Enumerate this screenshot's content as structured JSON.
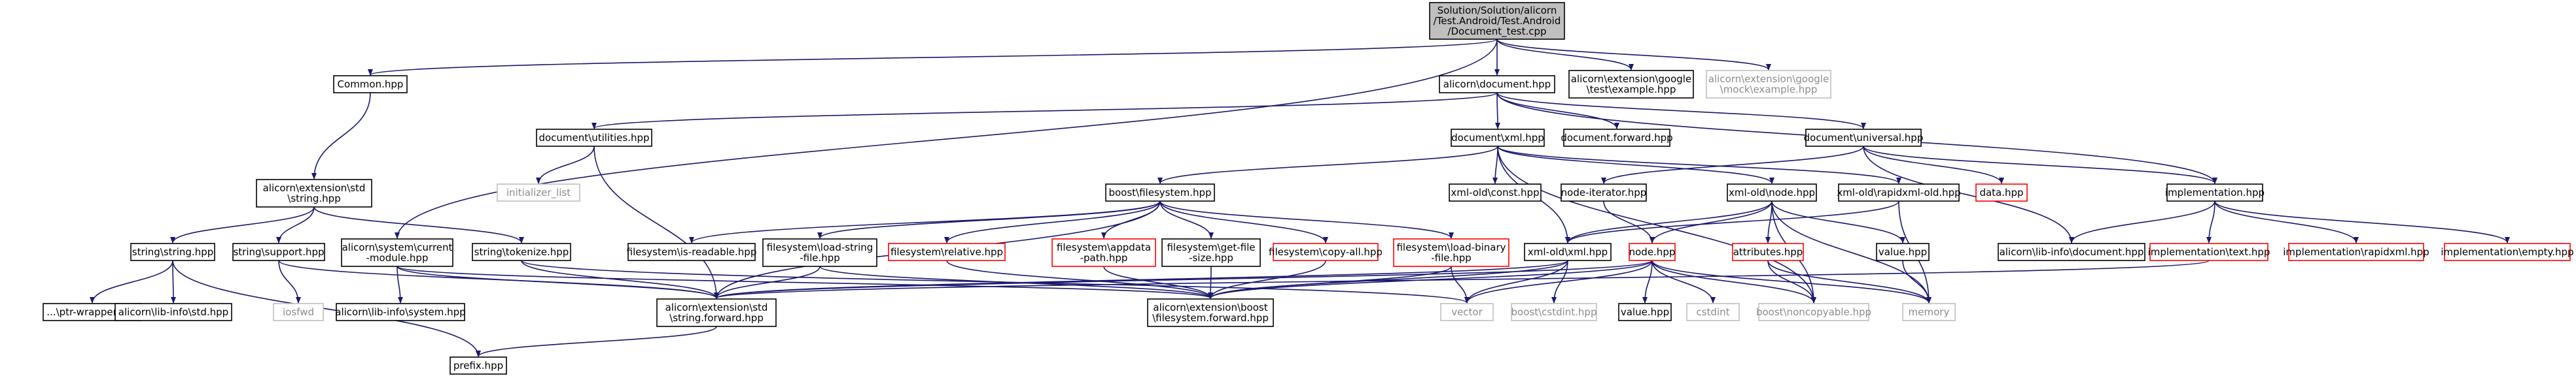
{
  "colors": {
    "edge": "#191970",
    "normal_border": "#000000",
    "normal_fill": "#ffffff",
    "normal_text": "#000000",
    "root_fill": "#bfbfbf",
    "missing_border": "#ff0000",
    "system_border": "#bfbfbf",
    "system_text": "#8c8c8c"
  },
  "nodes": [
    {
      "id": "root",
      "kind": "root",
      "lines": [
        "Solution/Solution/alicorn",
        "/Test.Android/Test.Android",
        "/Document_test.cpp"
      ]
    },
    {
      "id": "common",
      "kind": "normal",
      "lines": [
        "Common.hpp"
      ]
    },
    {
      "id": "document",
      "kind": "normal",
      "lines": [
        "alicorn\\document.hpp"
      ]
    },
    {
      "id": "gtest",
      "kind": "normal",
      "lines": [
        "alicorn\\extension\\google",
        "\\test\\example.hpp"
      ]
    },
    {
      "id": "gmock",
      "kind": "system",
      "lines": [
        "alicorn\\extension\\google",
        "\\mock\\example.hpp"
      ]
    },
    {
      "id": "utilities",
      "kind": "normal",
      "lines": [
        "document\\utilities.hpp"
      ]
    },
    {
      "id": "xml",
      "kind": "normal",
      "lines": [
        "document\\xml.hpp"
      ]
    },
    {
      "id": "docforward",
      "kind": "normal",
      "lines": [
        "document.forward.hpp"
      ]
    },
    {
      "id": "universal",
      "kind": "normal",
      "lines": [
        "document\\universal.hpp"
      ]
    },
    {
      "id": "stdstring",
      "kind": "normal",
      "lines": [
        "alicorn\\extension\\std",
        "\\string.hpp"
      ]
    },
    {
      "id": "initlist",
      "kind": "system",
      "lines": [
        "initializer_list"
      ]
    },
    {
      "id": "boostfs",
      "kind": "normal",
      "lines": [
        "boost\\filesystem.hpp"
      ]
    },
    {
      "id": "xmloldconst",
      "kind": "normal",
      "lines": [
        "xml-old\\const.hpp"
      ]
    },
    {
      "id": "xmloldnode",
      "kind": "normal",
      "lines": [
        "xml-old\\node.hpp"
      ]
    },
    {
      "id": "nodeiter",
      "kind": "normal",
      "lines": [
        "node-iterator.hpp"
      ]
    },
    {
      "id": "rapid",
      "kind": "normal",
      "lines": [
        "xml-old\\rapidxml-old.hpp"
      ]
    },
    {
      "id": "data",
      "kind": "missing",
      "lines": [
        "data.hpp"
      ]
    },
    {
      "id": "impl",
      "kind": "normal",
      "lines": [
        "implementation.hpp"
      ]
    },
    {
      "id": "strstring",
      "kind": "normal",
      "lines": [
        "string\\string.hpp"
      ]
    },
    {
      "id": "strsupport",
      "kind": "normal",
      "lines": [
        "string\\support.hpp"
      ]
    },
    {
      "id": "syscur",
      "kind": "normal",
      "lines": [
        "alicorn\\system\\current",
        "-module.hpp"
      ]
    },
    {
      "id": "strtok",
      "kind": "normal",
      "lines": [
        "string\\tokenize.hpp"
      ]
    },
    {
      "id": "fsisread",
      "kind": "normal",
      "lines": [
        "filesystem\\is-readable.hpp"
      ]
    },
    {
      "id": "fsloadstr",
      "kind": "normal",
      "lines": [
        "filesystem\\load-string",
        "-file.hpp"
      ]
    },
    {
      "id": "fsrel",
      "kind": "missing",
      "lines": [
        "filesystem\\relative.hpp"
      ]
    },
    {
      "id": "fsappdata",
      "kind": "missing",
      "lines": [
        "filesystem\\appdata",
        "-path.hpp"
      ]
    },
    {
      "id": "fsgetsize",
      "kind": "normal",
      "lines": [
        "filesystem\\get-file",
        "-size.hpp"
      ]
    },
    {
      "id": "fscopy",
      "kind": "missing",
      "lines": [
        "filesystem\\copy-all.hpp"
      ]
    },
    {
      "id": "fsloadbin",
      "kind": "missing",
      "lines": [
        "filesystem\\load-binary",
        "-file.hpp"
      ]
    },
    {
      "id": "xmloldxml",
      "kind": "normal",
      "lines": [
        "xml-old\\xml.hpp"
      ]
    },
    {
      "id": "nodehpp",
      "kind": "missing",
      "lines": [
        "node.hpp"
      ]
    },
    {
      "id": "attrs",
      "kind": "missing",
      "lines": [
        "attributes.hpp"
      ]
    },
    {
      "id": "valuehpp1",
      "kind": "normal",
      "lines": [
        "value.hpp"
      ]
    },
    {
      "id": "libdoc",
      "kind": "normal",
      "lines": [
        "alicorn\\lib-info\\document.hpp"
      ]
    },
    {
      "id": "impltext",
      "kind": "missing",
      "lines": [
        "implementation\\text.hpp"
      ]
    },
    {
      "id": "implrapid",
      "kind": "missing",
      "lines": [
        "implementation\\rapidxml.hpp"
      ]
    },
    {
      "id": "implempty",
      "kind": "missing",
      "lines": [
        "implementation\\empty.hpp"
      ]
    },
    {
      "id": "ptr",
      "kind": "normal",
      "lines": [
        "...\\ptr-wrapper.hpp"
      ]
    },
    {
      "id": "libstd",
      "kind": "normal",
      "lines": [
        "alicorn\\lib-info\\std.hpp"
      ]
    },
    {
      "id": "iosfwd",
      "kind": "system",
      "lines": [
        "iosfwd"
      ]
    },
    {
      "id": "libsys",
      "kind": "normal",
      "lines": [
        "alicorn\\lib-info\\system.hpp"
      ]
    },
    {
      "id": "strfwd",
      "kind": "normal",
      "lines": [
        "alicorn\\extension\\std",
        "\\string.forward.hpp"
      ]
    },
    {
      "id": "boostfwd",
      "kind": "normal",
      "lines": [
        "alicorn\\extension\\boost",
        "\\filesystem.forward.hpp"
      ]
    },
    {
      "id": "vector",
      "kind": "system",
      "lines": [
        "vector"
      ]
    },
    {
      "id": "cstdint_b",
      "kind": "system",
      "lines": [
        "boost\\cstdint.hpp"
      ]
    },
    {
      "id": "valuehpp2",
      "kind": "normal",
      "lines": [
        "value.hpp"
      ]
    },
    {
      "id": "cstdint",
      "kind": "system",
      "lines": [
        "cstdint"
      ]
    },
    {
      "id": "noncopy",
      "kind": "system",
      "lines": [
        "boost\\noncopyable.hpp"
      ]
    },
    {
      "id": "memory",
      "kind": "system",
      "lines": [
        "memory"
      ]
    },
    {
      "id": "prefix",
      "kind": "normal",
      "lines": [
        "prefix.hpp"
      ]
    }
  ],
  "edges": [
    [
      "root",
      "common"
    ],
    [
      "root",
      "document"
    ],
    [
      "root",
      "gtest"
    ],
    [
      "root",
      "gmock"
    ],
    [
      "root",
      "syscur"
    ],
    [
      "common",
      "stdstring"
    ],
    [
      "document",
      "utilities"
    ],
    [
      "document",
      "xml"
    ],
    [
      "document",
      "docforward"
    ],
    [
      "document",
      "universal"
    ],
    [
      "document",
      "impl"
    ],
    [
      "utilities",
      "initlist"
    ],
    [
      "utilities",
      "strfwd"
    ],
    [
      "xml",
      "boostfs"
    ],
    [
      "xml",
      "xmloldconst"
    ],
    [
      "xml",
      "xmloldnode"
    ],
    [
      "xml",
      "rapid"
    ],
    [
      "xml",
      "xmloldxml"
    ],
    [
      "xml",
      "noncopy"
    ],
    [
      "universal",
      "nodeiter"
    ],
    [
      "universal",
      "data"
    ],
    [
      "universal",
      "impl"
    ],
    [
      "universal",
      "libdoc"
    ],
    [
      "stdstring",
      "strstring"
    ],
    [
      "stdstring",
      "strsupport"
    ],
    [
      "stdstring",
      "strtok"
    ],
    [
      "strstring",
      "ptr"
    ],
    [
      "strstring",
      "libstd"
    ],
    [
      "strstring",
      "prefix"
    ],
    [
      "strsupport",
      "iosfwd"
    ],
    [
      "strsupport",
      "strfwd"
    ],
    [
      "syscur",
      "libsys"
    ],
    [
      "syscur",
      "strfwd"
    ],
    [
      "syscur",
      "boostfwd"
    ],
    [
      "strtok",
      "vector"
    ],
    [
      "strtok",
      "strfwd"
    ],
    [
      "boostfs",
      "fsisread"
    ],
    [
      "boostfs",
      "fsloadstr"
    ],
    [
      "boostfs",
      "fsrel"
    ],
    [
      "boostfs",
      "fsappdata"
    ],
    [
      "boostfs",
      "fsgetsize"
    ],
    [
      "boostfs",
      "fscopy"
    ],
    [
      "boostfs",
      "fsloadbin"
    ],
    [
      "boostfs",
      "strfwd"
    ],
    [
      "fsloadstr",
      "strfwd"
    ],
    [
      "fsloadstr",
      "boostfwd"
    ],
    [
      "fsrel",
      "boostfwd"
    ],
    [
      "fsappdata",
      "boostfwd"
    ],
    [
      "fsgetsize",
      "boostfwd"
    ],
    [
      "fscopy",
      "boostfwd"
    ],
    [
      "fsloadbin",
      "boostfwd"
    ],
    [
      "fsloadbin",
      "vector"
    ],
    [
      "xmloldnode",
      "xmloldxml"
    ],
    [
      "xmloldnode",
      "nodehpp"
    ],
    [
      "xmloldnode",
      "attrs"
    ],
    [
      "xmloldnode",
      "valuehpp1"
    ],
    [
      "xmloldnode",
      "noncopy"
    ],
    [
      "xmloldnode",
      "memory"
    ],
    [
      "nodeiter",
      "nodehpp"
    ],
    [
      "rapid",
      "xmloldxml"
    ],
    [
      "rapid",
      "memory"
    ],
    [
      "impl",
      "impltext"
    ],
    [
      "impl",
      "implrapid"
    ],
    [
      "impl",
      "implempty"
    ],
    [
      "impl",
      "libdoc"
    ],
    [
      "xmloldxml",
      "strfwd"
    ],
    [
      "xmloldxml",
      "boostfwd"
    ],
    [
      "xmloldxml",
      "vector"
    ],
    [
      "xmloldxml",
      "cstdint_b"
    ],
    [
      "nodehpp",
      "strfwd"
    ],
    [
      "nodehpp",
      "boostfwd"
    ],
    [
      "nodehpp",
      "vector"
    ],
    [
      "nodehpp",
      "valuehpp2"
    ],
    [
      "nodehpp",
      "cstdint"
    ],
    [
      "nodehpp",
      "noncopy"
    ],
    [
      "nodehpp",
      "memory"
    ],
    [
      "attrs",
      "noncopy"
    ],
    [
      "attrs",
      "memory"
    ],
    [
      "valuehpp1",
      "memory"
    ],
    [
      "impltext",
      "strfwd"
    ],
    [
      "strfwd",
      "prefix"
    ]
  ]
}
